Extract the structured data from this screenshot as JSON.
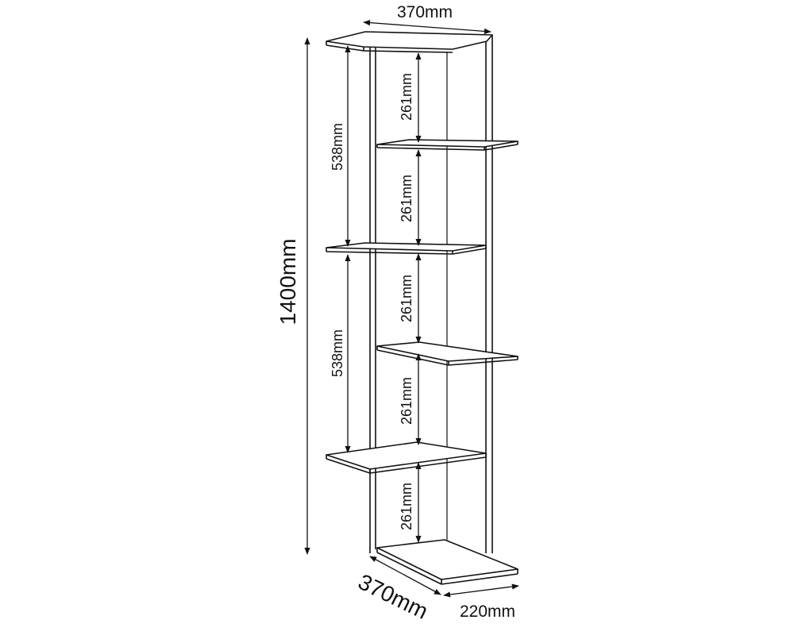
{
  "diagram": {
    "overall_height": "1400mm",
    "top_width": "370mm",
    "bottom_depth": "370mm",
    "bottom_width": "220mm",
    "span_upper": "538mm",
    "span_lower": "538mm",
    "shelf_gaps": [
      "261mm",
      "261mm",
      "261mm",
      "261mm",
      "261mm"
    ],
    "colors": {
      "line": "#111111",
      "background": "#ffffff"
    }
  }
}
